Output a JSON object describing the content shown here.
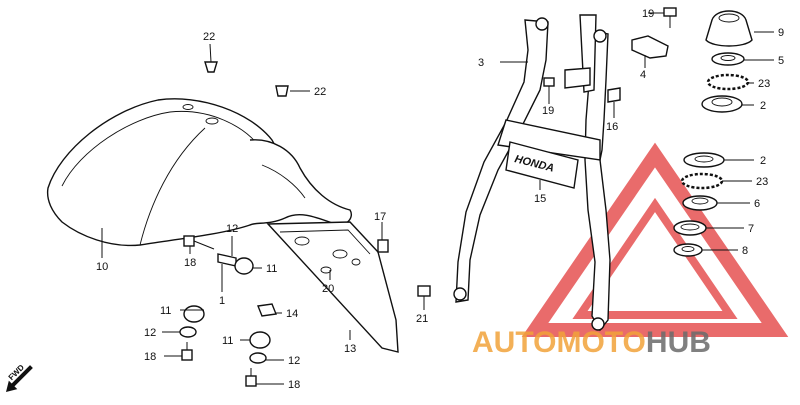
{
  "diagram": {
    "callouts": {
      "n1": "1",
      "n2a": "2",
      "n2b": "2",
      "n3": "3",
      "n4": "4",
      "n5": "5",
      "n6": "6",
      "n7": "7",
      "n8": "8",
      "n9": "9",
      "n10": "10",
      "n11a": "11",
      "n11b": "11",
      "n11c": "11",
      "n12a": "12",
      "n12b": "12",
      "n12c": "12",
      "n13": "13",
      "n14": "14",
      "n15": "15",
      "n16": "16",
      "n17": "17",
      "n18a": "18",
      "n18b": "18",
      "n18c": "18",
      "n19a": "19",
      "n19b": "19",
      "n20": "20",
      "n21": "21",
      "n22a": "22",
      "n22b": "22",
      "n23a": "23",
      "n23b": "23"
    },
    "fwd_label": "FWD",
    "emblem_text": "HONDA"
  },
  "watermark": {
    "text_auto": "AUTO",
    "text_moto": "MOTO",
    "text_hub": "HUB",
    "color_orange": "#f2a33a",
    "color_red": "#e23a3a",
    "color_gray": "#6b6b6b"
  }
}
